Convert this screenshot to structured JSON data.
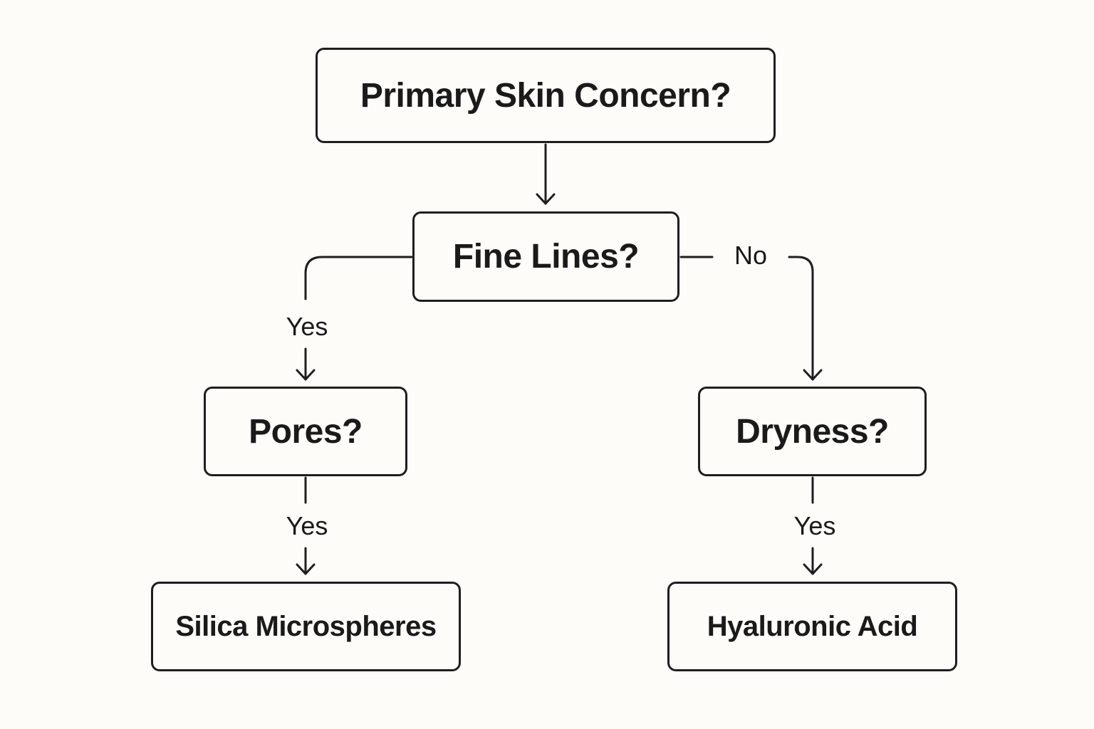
{
  "diagram": {
    "nodes": {
      "root": "Primary Skin Concern?",
      "fine_lines": "Fine Lines?",
      "pores": "Pores?",
      "dryness": "Dryness?",
      "silica": "Silica Microspheres",
      "hyaluronic": "Hyaluronic Acid"
    },
    "edges": [
      {
        "from": "root",
        "to": "fine_lines",
        "label": ""
      },
      {
        "from": "fine_lines",
        "to": "pores",
        "label": "Yes"
      },
      {
        "from": "fine_lines",
        "to": "dryness",
        "label": "No"
      },
      {
        "from": "pores",
        "to": "silica",
        "label": "Yes"
      },
      {
        "from": "dryness",
        "to": "hyaluronic",
        "label": "Yes"
      }
    ],
    "labels": {
      "fine_yes": "Yes",
      "fine_no": "No",
      "pores_yes": "Yes",
      "dryness_yes": "Yes"
    },
    "colors": {
      "stroke": "#1e1e1e",
      "background": "#fdfcf8"
    }
  }
}
